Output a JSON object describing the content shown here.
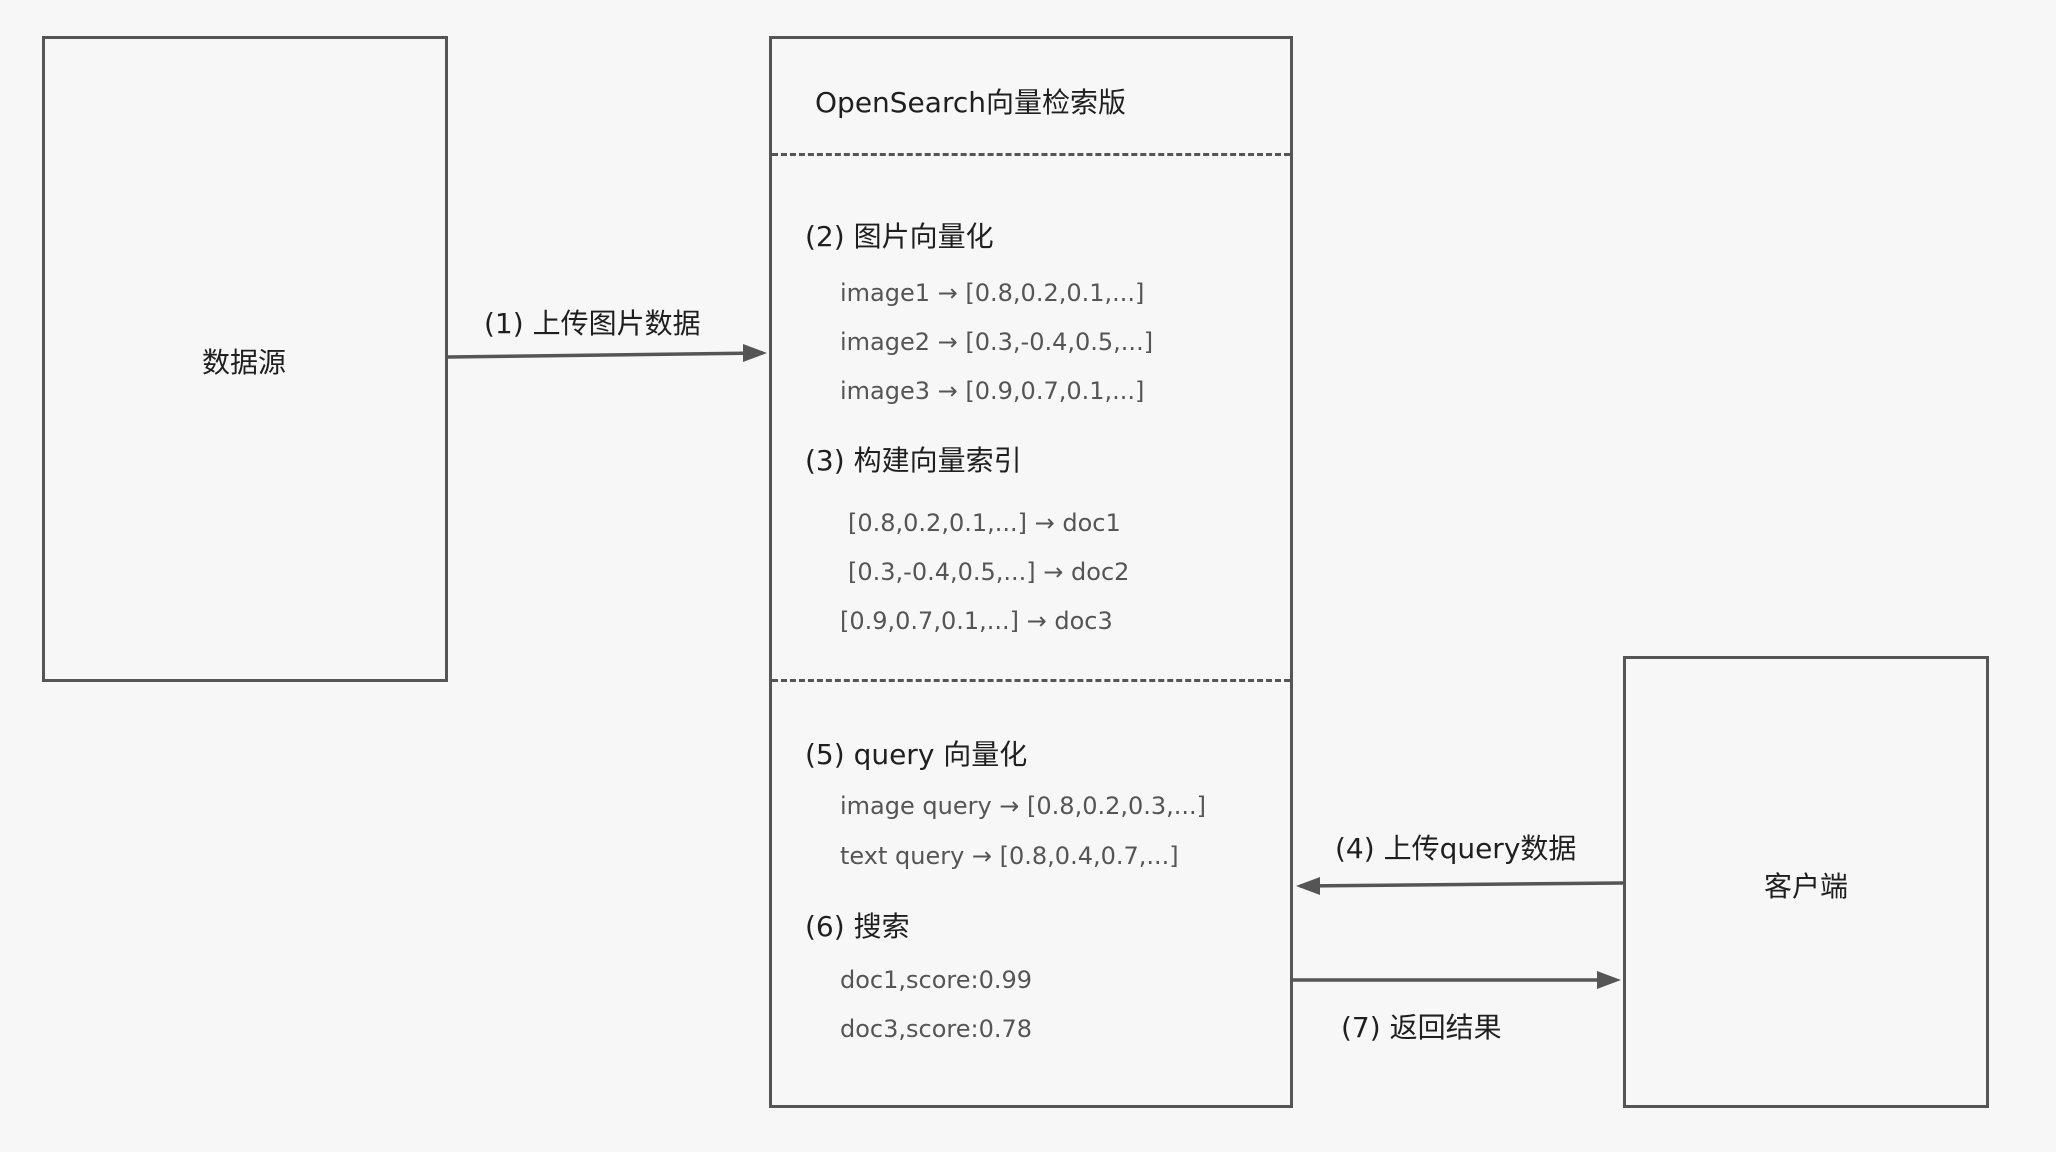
{
  "source": {
    "label": "数据源"
  },
  "client": {
    "label": "客户端"
  },
  "opensearch": {
    "title": "OpenSearch向量检索版",
    "step2": {
      "title": "(2) 图片向量化",
      "items": [
        "image1 → [0.8,0.2,0.1,...]",
        "image2 → [0.3,-0.4,0.5,...]",
        "image3 → [0.9,0.7,0.1,...]"
      ]
    },
    "step3": {
      "title": "(3) 构建向量索引",
      "items": [
        "[0.8,0.2,0.1,...] → doc1",
        "[0.3,-0.4,0.5,...] → doc2",
        "[0.9,0.7,0.1,...] → doc3"
      ]
    },
    "step5": {
      "title": "(5) query 向量化",
      "items": [
        "image query → [0.8,0.2,0.3,...]",
        "text query → [0.8,0.4,0.7,...]"
      ]
    },
    "step6": {
      "title": "(6) 搜索",
      "items": [
        "doc1,score:0.99",
        "doc3,score:0.78"
      ]
    }
  },
  "edges": {
    "upload_images": "(1) 上传图片数据",
    "upload_query": "(4) 上传query数据",
    "return_results": "(7) 返回结果"
  },
  "colors": {
    "line": "#555555",
    "background": "#f7f7f7"
  }
}
